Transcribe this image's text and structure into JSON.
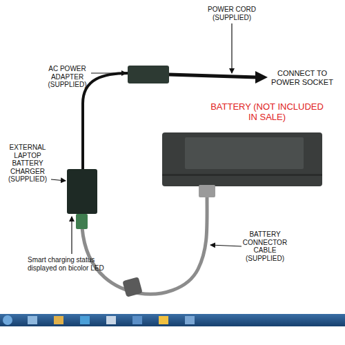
{
  "diagram": {
    "labels": [
      "POWER CORD (SUPPLIED)",
      "AC POWER ADAPTER (SUPPLIED)",
      "CONNECT TO POWER SOCKET",
      "BATTERY (NOT INCLUDED IN SALE)",
      "EXTERNAL LAPTOP BATTERY CHARGER (SUPPLIED)",
      "Smart charging status displayed on bicolor LED",
      "BATTERY CONNECTOR CABLE (SUPPLIED)"
    ]
  }
}
